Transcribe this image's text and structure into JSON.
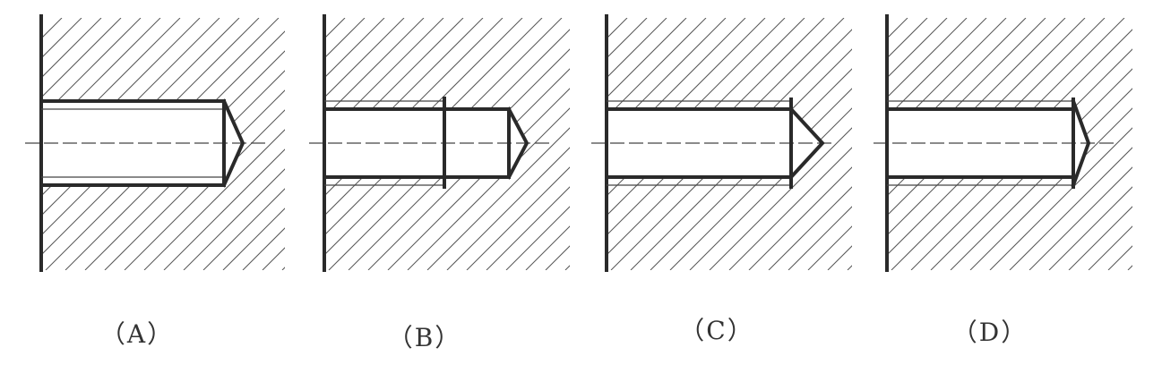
{
  "figure": {
    "panels": [
      {
        "id": "A",
        "caption": "（A）"
      },
      {
        "id": "B",
        "caption": "（B）"
      },
      {
        "id": "C",
        "caption": "（C）"
      },
      {
        "id": "D",
        "caption": "（D）"
      }
    ],
    "colors": {
      "thick_line": "#2a2a2a",
      "thin_line": "#444444",
      "hatch": "#555555",
      "centerline": "#444444",
      "background": "#ffffff"
    }
  }
}
